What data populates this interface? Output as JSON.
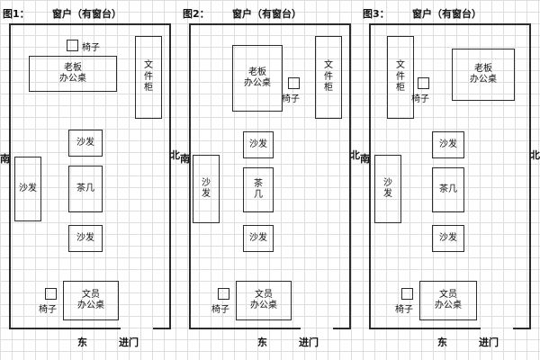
{
  "panels": [
    {
      "title": "图1：",
      "window_label": "窗户（有窗台）",
      "door_label": "进门",
      "compass": {
        "south": "南",
        "north": "北",
        "east": "东"
      },
      "furniture": {
        "chair_top": "椅子",
        "boss_desk": "老板\n办公桌",
        "file_cabinet": "文\n件\n柜",
        "sofa_middle_top": "沙发",
        "tea_table": "茶几",
        "sofa_middle_bottom": "沙发",
        "sofa_left": "沙发",
        "chair_bottom": "椅子",
        "clerk_desk": "文员\n办公桌"
      }
    },
    {
      "title": "图2：",
      "window_label": "窗户（有窗台）",
      "door_label": "进门",
      "compass": {
        "south": "南",
        "north": "北",
        "east": "东"
      },
      "furniture": {
        "boss_desk": "老板\n办公桌",
        "chair_top": "椅子",
        "file_cabinet": "文\n件\n柜",
        "sofa_middle_top": "沙发",
        "tea_table": "茶\n几",
        "sofa_middle_bottom": "沙发",
        "sofa_left": "沙\n发",
        "chair_bottom": "椅子",
        "clerk_desk": "文员\n办公桌"
      }
    },
    {
      "title": "图3：",
      "window_label": "窗户（有窗台）",
      "door_label": "进门",
      "compass": {
        "south": "南",
        "north": "北",
        "east": "东"
      },
      "furniture": {
        "file_cabinet": "文\n件\n柜",
        "chair_top": "椅子",
        "boss_desk": "老板\n办公桌",
        "sofa_middle_top": "沙发",
        "tea_table": "茶几",
        "sofa_middle_bottom": "沙发",
        "sofa_left": "沙\n发",
        "chair_bottom": "椅子",
        "clerk_desk": "文员\n办公桌"
      }
    }
  ]
}
